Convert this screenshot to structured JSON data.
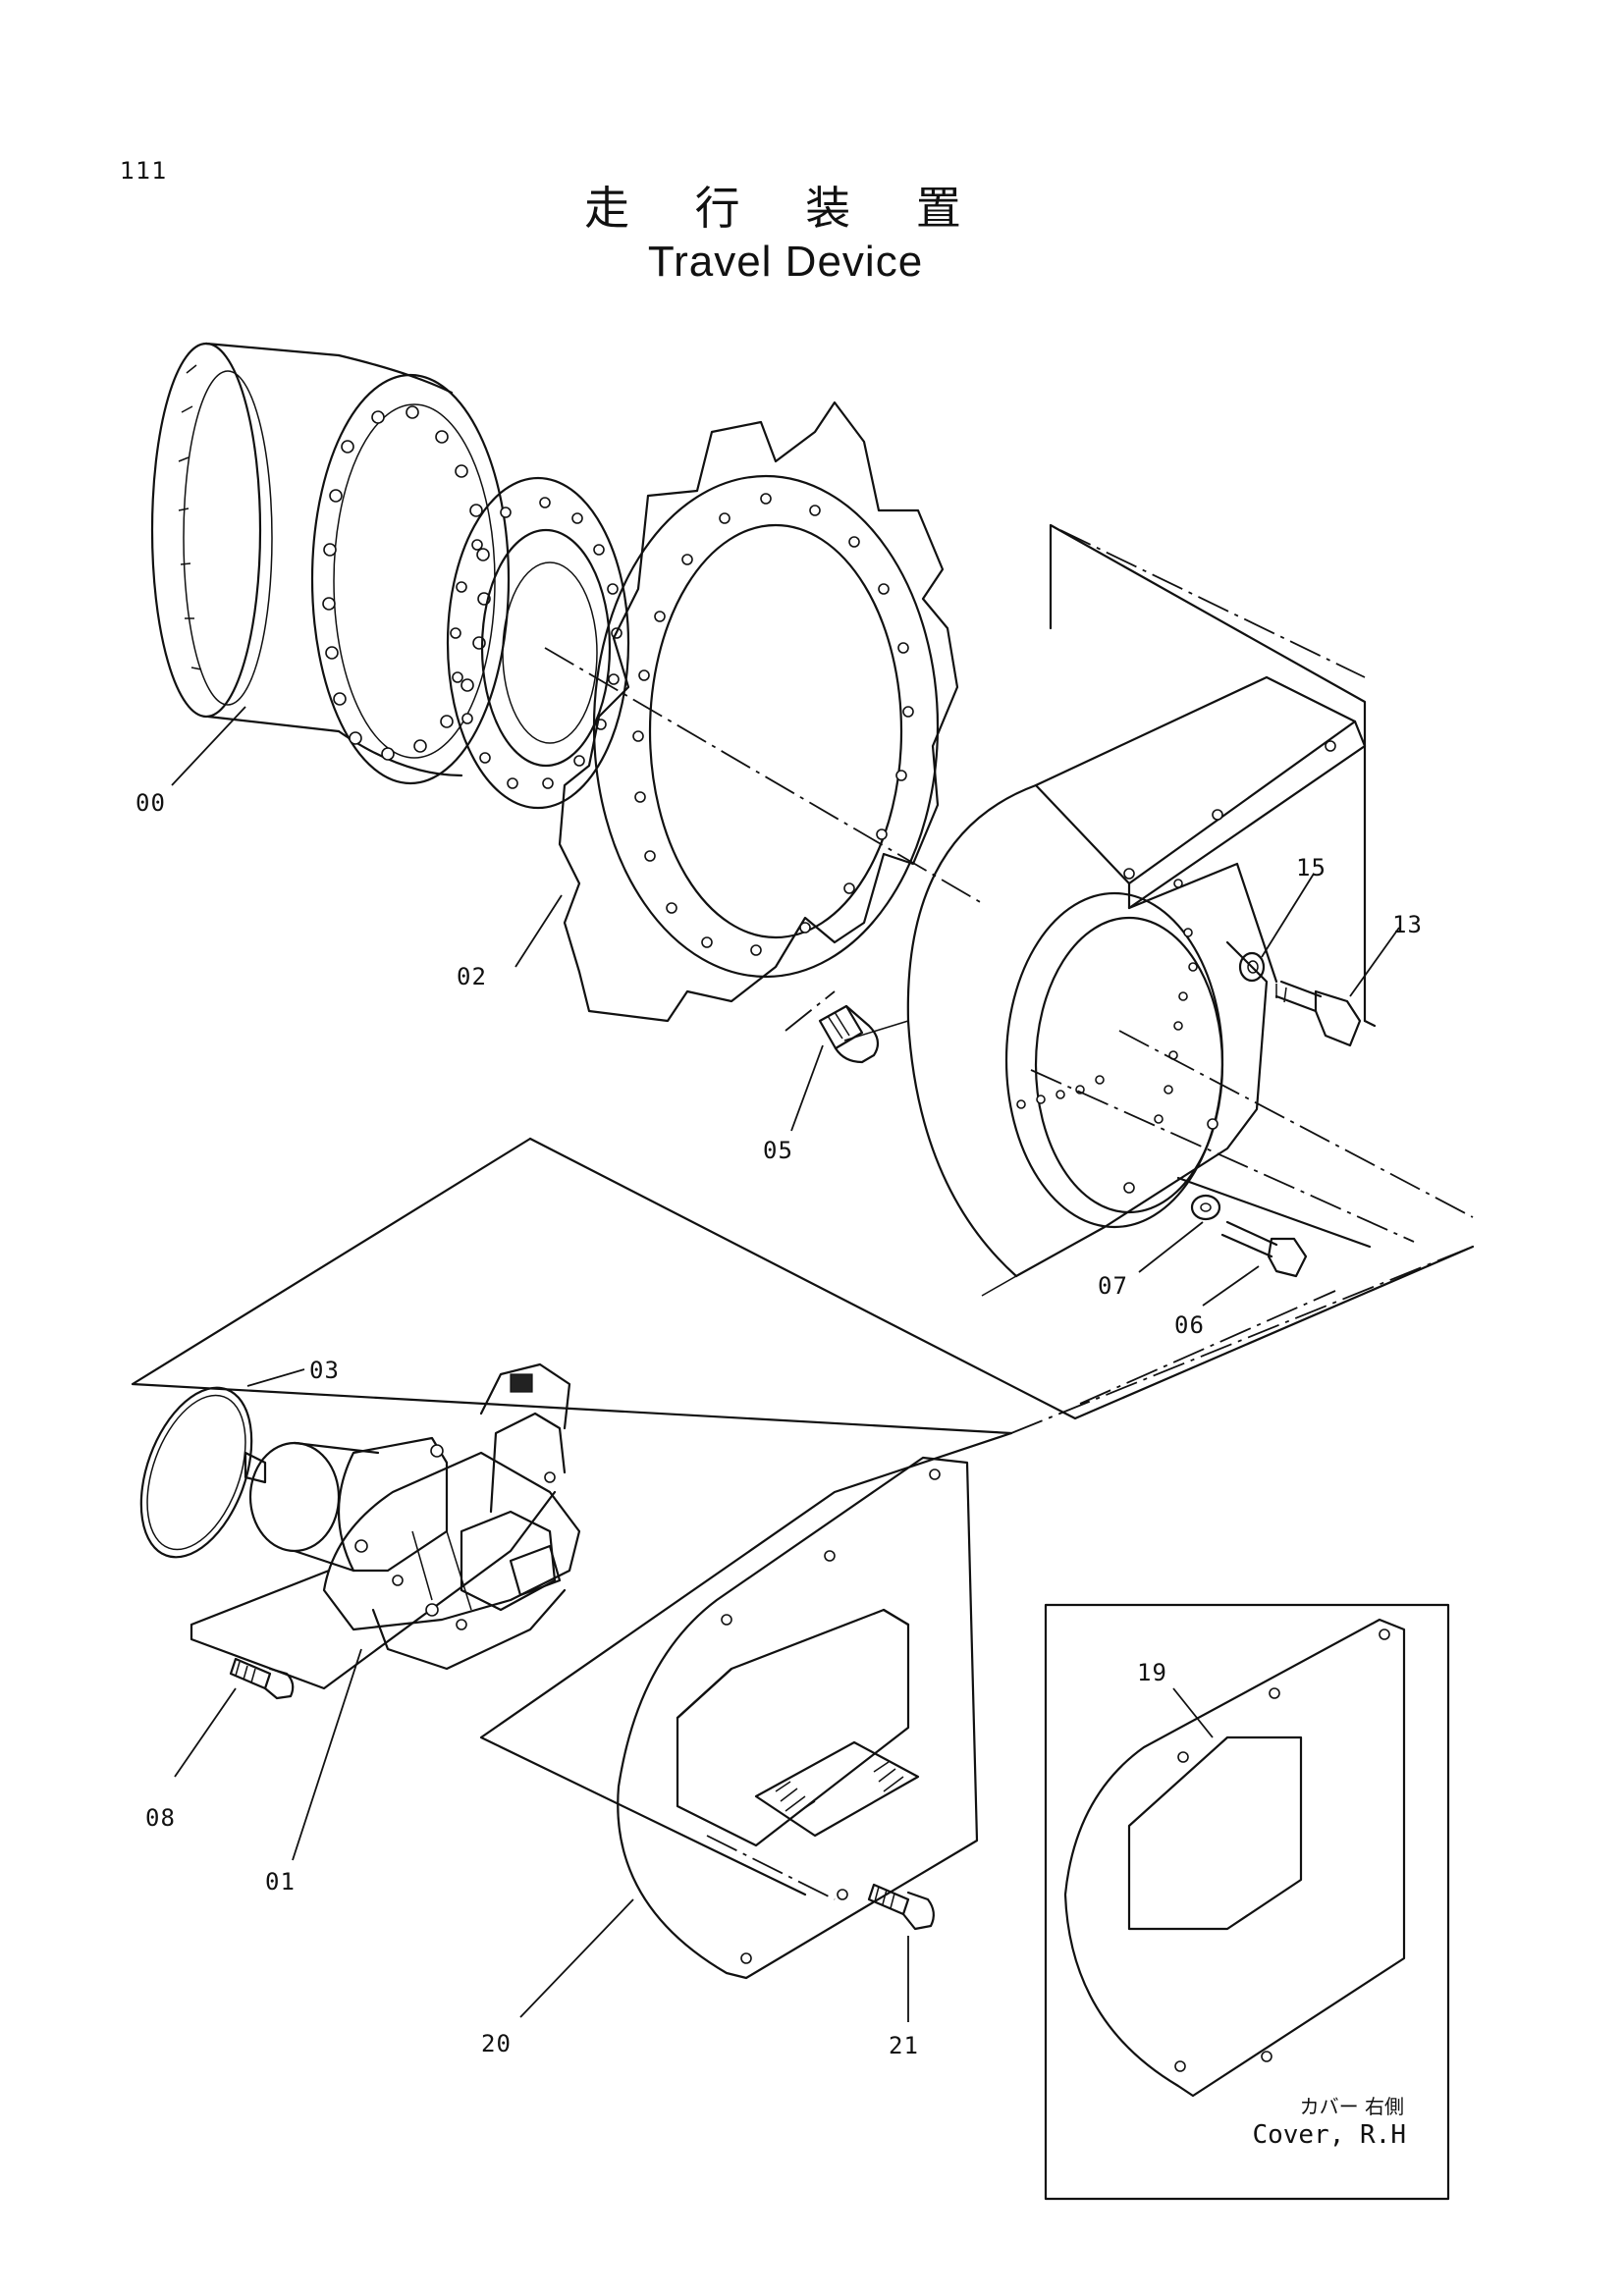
{
  "page": {
    "number": "111",
    "title_jp": "走 行 装 置",
    "title_en": "Travel Device"
  },
  "callouts": {
    "c00": "00",
    "c01": "01",
    "c02": "02",
    "c03": "03",
    "c05": "05",
    "c06": "06",
    "c07": "07",
    "c08": "08",
    "c13": "13",
    "c15": "15",
    "c19": "19",
    "c20": "20",
    "c21": "21"
  },
  "inset": {
    "caption_jp": "カバー 右側",
    "caption_en": "Cover, R.H"
  }
}
